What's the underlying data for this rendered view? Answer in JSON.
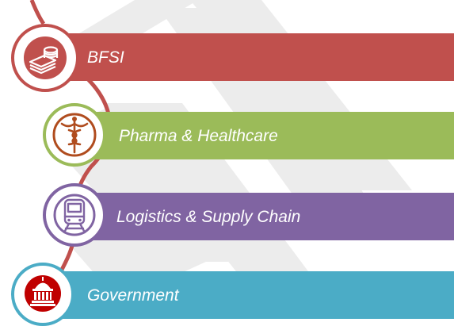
{
  "items": [
    {
      "label": "BFSI",
      "color": "#c0504d",
      "icon": "coin-stack-icon"
    },
    {
      "label": "Pharma & Healthcare",
      "color": "#9bbb59",
      "icon": "caduceus-icon"
    },
    {
      "label": "Logistics & Supply Chain",
      "color": "#8064a2",
      "icon": "train-icon"
    },
    {
      "label": "Government",
      "color": "#4bacc6",
      "icon": "government-building-icon"
    }
  ],
  "colors": {
    "connector": "#c0504d",
    "watermark": "#ebebeb",
    "government_icon": "#c00000"
  }
}
